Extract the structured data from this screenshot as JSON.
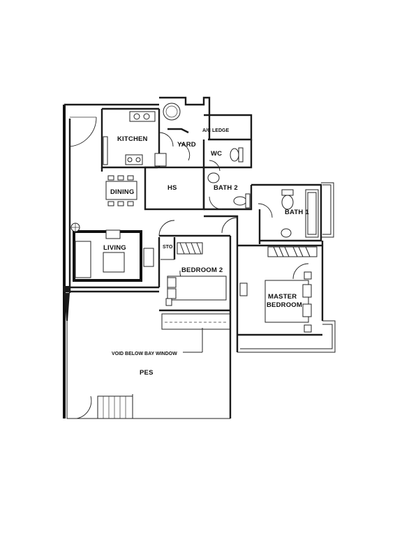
{
  "rooms": {
    "kitchen": "KITCHEN",
    "yard": "YARD",
    "ac_ledge": "A/C LEDGE",
    "wc": "WC",
    "dining": "DINING",
    "hs": "HS",
    "bath2": "BATH 2",
    "bath1": "BATH 1",
    "living": "LIVING",
    "sto": "STO",
    "bedroom2": "BEDROOM 2",
    "master_line1": "MASTER",
    "master_line2": "BEDROOM",
    "void_bay": "VOID BELOW BAY WINDOW",
    "pes": "PES"
  }
}
